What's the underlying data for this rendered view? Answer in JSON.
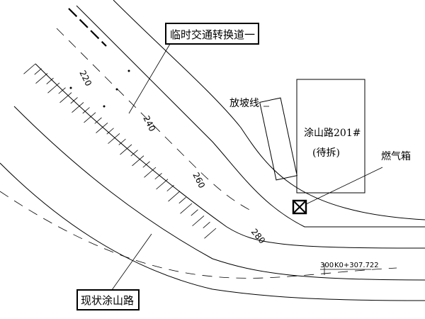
{
  "labels": {
    "temp_road": "临时交通转换道一",
    "slope_line": "放坡线",
    "building_name": "涂山路201#",
    "building_status": "(待拆)",
    "gas_box": "燃气箱",
    "existing_road": "现状涂山路",
    "chainage_300": "300",
    "chainage_k0": "K0+307.722"
  },
  "chainages": [
    "220",
    "240",
    "260",
    "280"
  ]
}
